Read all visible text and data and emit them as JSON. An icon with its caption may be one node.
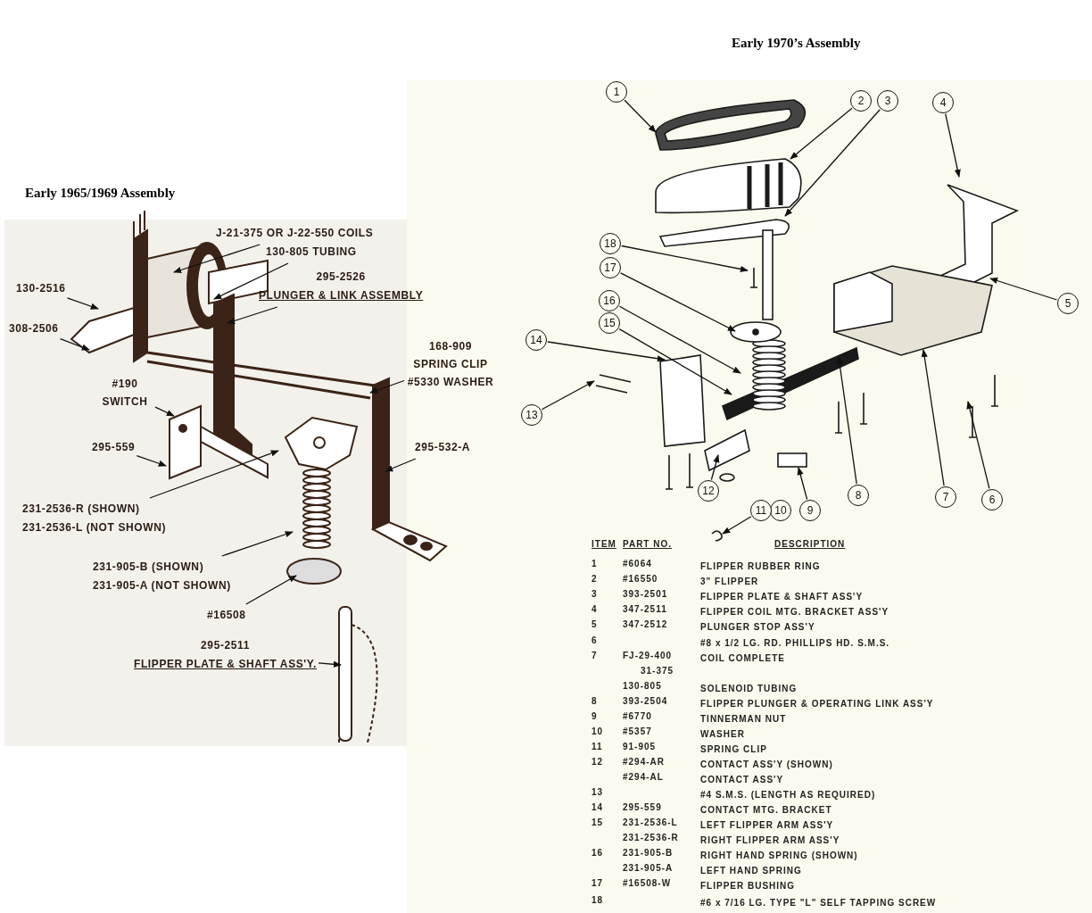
{
  "diagram": {
    "nodes": [
      {
        "text": [
          "J-21-375 OR J-22-550 COILS"
        ]
      },
      {
        "text": [
          "130-805 TUBING"
        ]
      },
      {
        "text": [
          "295-2526",
          "PLUNGER & LINK ASSEMBLY"
        ]
      },
      {
        "text": [
          "130-2516"
        ]
      },
      {
        "text": [
          "308-2506"
        ]
      },
      {
        "text": [
          "168-909 SPRING CLIP",
          "#5330 WASHER"
        ]
      },
      {
        "text": [
          "#190 SWITCH"
        ]
      },
      {
        "text": [
          "295-559"
        ]
      },
      {
        "text": [
          "295-532-A"
        ]
      },
      {
        "text": [
          "231-2536-R (SHOWN)",
          "231-2536-L (NOT SHOWN)"
        ]
      },
      {
        "text": [
          "231-905-B (SHOWN)",
          "231-905-A (NOT SHOWN)"
        ]
      },
      {
        "text": [
          "#16508"
        ]
      },
      {
        "text": [
          "295-2511",
          "FLIPPER PLATE & SHAFT ASS'Y."
        ]
      },
      {
        "text": [
          "1"
        ]
      },
      {
        "text": [
          "2"
        ]
      },
      {
        "text": [
          "3"
        ]
      },
      {
        "text": [
          "4"
        ]
      },
      {
        "text": [
          "5"
        ]
      },
      {
        "text": [
          "6"
        ]
      },
      {
        "text": [
          "7"
        ]
      },
      {
        "text": [
          "8"
        ]
      },
      {
        "text": [
          "9"
        ]
      },
      {
        "text": [
          "10"
        ]
      },
      {
        "text": [
          "11"
        ]
      },
      {
        "text": [
          "12"
        ]
      },
      {
        "text": [
          "13"
        ]
      },
      {
        "text": [
          "14"
        ]
      },
      {
        "text": [
          "15"
        ]
      },
      {
        "text": [
          "16"
        ]
      },
      {
        "text": [
          "17"
        ]
      },
      {
        "text": [
          "18"
        ]
      }
    ],
    "edges": [
      {
        "from": 0,
        "to": null,
        "arrow": "to"
      },
      {
        "from": 1,
        "to": null,
        "arrow": "to"
      },
      {
        "from": 2,
        "to": null,
        "arrow": "to"
      },
      {
        "from": 3,
        "to": null,
        "arrow": "to"
      },
      {
        "from": 4,
        "to": null,
        "arrow": "to"
      },
      {
        "from": 5,
        "to": null,
        "arrow": "to"
      },
      {
        "from": 6,
        "to": null,
        "arrow": "to"
      },
      {
        "from": 7,
        "to": null,
        "arrow": "to"
      },
      {
        "from": 8,
        "to": null,
        "arrow": "to"
      },
      {
        "from": 9,
        "to": null,
        "arrow": "to"
      },
      {
        "from": 10,
        "to": null,
        "arrow": "to"
      },
      {
        "from": 11,
        "to": null,
        "arrow": "to"
      },
      {
        "from": 12,
        "to": null,
        "arrow": "to"
      },
      {
        "from": 13,
        "to": null,
        "arrow": "to"
      },
      {
        "from": 14,
        "to": null,
        "arrow": "to"
      },
      {
        "from": 15,
        "to": null,
        "arrow": "to"
      },
      {
        "from": 16,
        "to": null,
        "arrow": "to"
      },
      {
        "from": 17,
        "to": null,
        "arrow": "to"
      },
      {
        "from": 18,
        "to": null,
        "arrow": "to"
      },
      {
        "from": 19,
        "to": null,
        "arrow": "to"
      },
      {
        "from": 20,
        "to": null,
        "arrow": "to"
      },
      {
        "from": 21,
        "to": null,
        "arrow": "to"
      },
      {
        "from": 23,
        "to": null,
        "arrow": "to"
      },
      {
        "from": 24,
        "to": null,
        "arrow": "to"
      },
      {
        "from": 25,
        "to": null,
        "arrow": "to"
      },
      {
        "from": 26,
        "to": null,
        "arrow": "to"
      },
      {
        "from": 27,
        "to": null,
        "arrow": "to"
      },
      {
        "from": 28,
        "to": null,
        "arrow": "to"
      },
      {
        "from": 29,
        "to": null,
        "arrow": "to"
      },
      {
        "from": 30,
        "to": null,
        "arrow": "to"
      }
    ],
    "labels": [
      "Early 1970’s Assembly",
      "Early 1965/1969 Assembly",
      "ITEM",
      "PART NO.",
      "DESCRIPTION",
      "1",
      "#6064",
      "FLIPPER RUBBER RING",
      "2",
      "#16550",
      "3\" FLIPPER",
      "3",
      "393-2501",
      "FLIPPER PLATE & SHAFT ASS'Y",
      "4",
      "347-2511",
      "FLIPPER COIL MTG. BRACKET ASS'Y",
      "5",
      "347-2512",
      "PLUNGER STOP ASS'Y",
      "6",
      "#8 x 1/2 LG. RD. PHILLIPS HD. S.M.S.",
      "7",
      "FJ-29-400",
      "COIL COMPLETE",
      "31-375",
      "130-805",
      "SOLENOID TUBING",
      "8",
      "393-2504",
      "FLIPPER PLUNGER & OPERATING LINK ASS'Y",
      "9",
      "#6770",
      "TINNERMAN NUT",
      "10",
      "#5357",
      "WASHER",
      "11",
      "91-905",
      "SPRING CLIP",
      "12",
      "#294-AR",
      "CONTACT ASS'Y (SHOWN)",
      "#294-AL",
      "CONTACT ASS'Y",
      "13",
      "#4 S.M.S. (LENGTH AS REQUIRED)",
      "14",
      "295-559",
      "CONTACT MTG. BRACKET",
      "15",
      "231-2536-L",
      "LEFT FLIPPER ARM ASS'Y",
      "231-2536-R",
      "RIGHT FLIPPER ARM ASS'Y",
      "16",
      "231-905-B",
      "RIGHT HAND SPRING (SHOWN)",
      "231-905-A",
      "LEFT HAND SPRING",
      "17",
      "#16508-W",
      "FLIPPER BUSHING",
      "18",
      "#6 x 7/16 LG. TYPE \"L\" SELF TAPPING SCREW"
    ]
  }
}
